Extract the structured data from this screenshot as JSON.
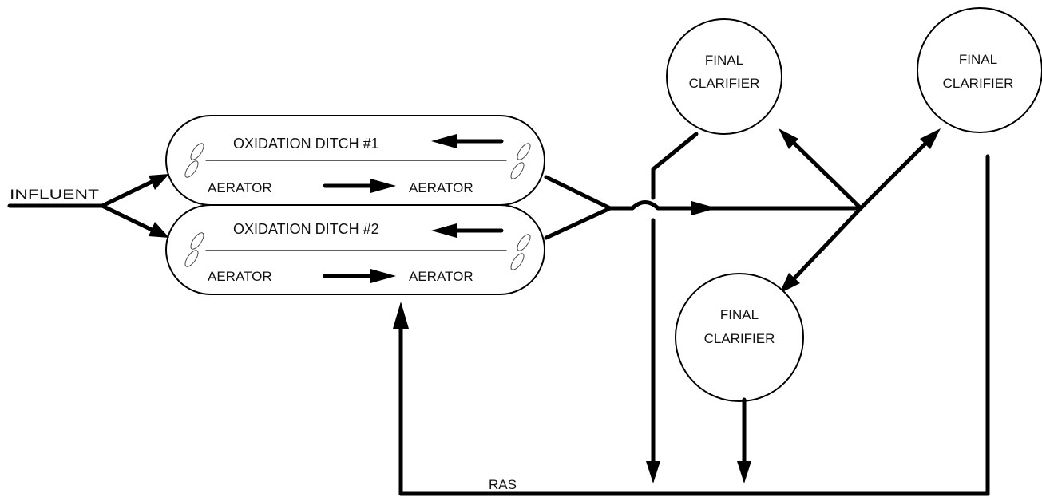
{
  "diagram": {
    "influent_label": "INFLUENT",
    "ras_label": "RAS",
    "ditches": [
      {
        "title": "OXIDATION DITCH #1",
        "aerator_left": "AERATOR",
        "aerator_right": "AERATOR"
      },
      {
        "title": "OXIDATION DITCH #2",
        "aerator_left": "AERATOR",
        "aerator_right": "AERATOR"
      }
    ],
    "clarifiers": [
      {
        "line1": "FINAL",
        "line2": "CLARIFIER"
      },
      {
        "line1": "FINAL",
        "line2": "CLARIFIER"
      },
      {
        "line1": "FINAL",
        "line2": "CLARIFIER"
      }
    ],
    "colors": {
      "line": "#000000",
      "background": "#ffffff"
    }
  }
}
